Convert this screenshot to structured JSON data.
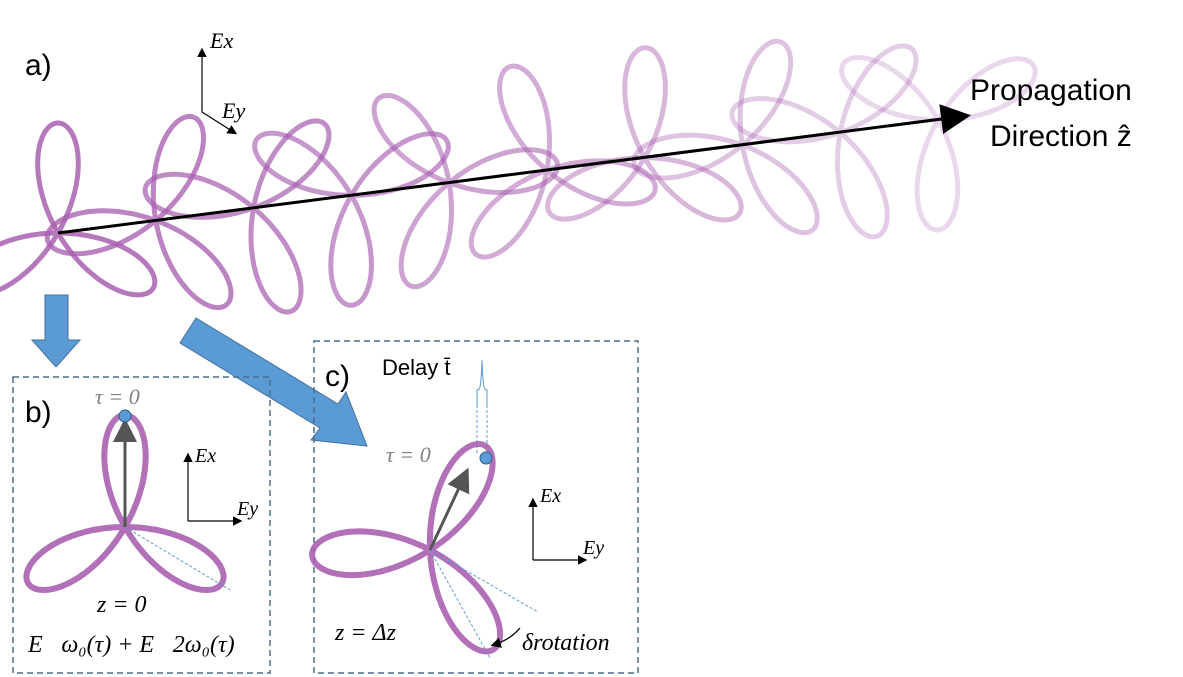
{
  "panels": {
    "a": {
      "letter": "a)",
      "axis_x": "Ex",
      "axis_y": "Ey",
      "propagation_line1": "Propagation",
      "propagation_line2": "Direction ẑ"
    },
    "b": {
      "letter": "b)",
      "tau_label": "τ = 0",
      "axis_x": "Ex",
      "axis_y": "Ey",
      "z_label": "z = 0",
      "field_label": "E⃗ω₀(τ) + E⃗2ω₀(τ)"
    },
    "c": {
      "letter": "c)",
      "delay_label": "Delay t̄",
      "tau_label": "τ = 0",
      "axis_x": "Ex",
      "axis_y": "Ey",
      "z_label": "z = Δz",
      "rotation_label": "δrotation"
    }
  },
  "colors": {
    "trefoil": "#a860b0",
    "arrow_blue": "#5b9bd5",
    "box_border": "#4a6d8c",
    "dot": "#5b9bd5",
    "tau_gray": "#808080"
  }
}
